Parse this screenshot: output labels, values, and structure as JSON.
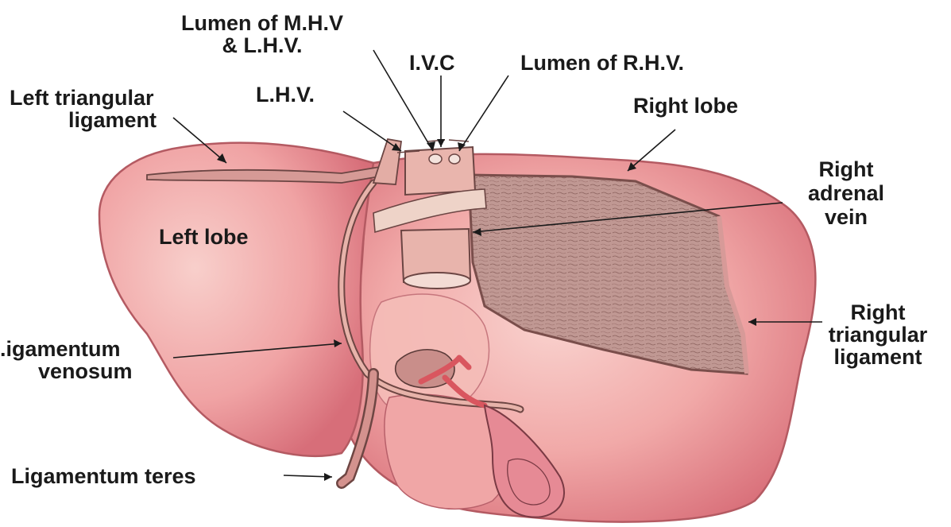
{
  "colors": {
    "liver": "#ee9a9c",
    "liver_light": "#f6c6c2",
    "liver_edge": "#c0585e",
    "bare_area": "#b98a84",
    "vessel": "#e9b4a8",
    "vessel_dark": "#a86e6a",
    "outline": "#5a3a38",
    "text": "#1a1a1a"
  },
  "labels": {
    "lumen_mhv_line1": "Lumen of M.H.V",
    "lumen_mhv_line2": "& L.H.V.",
    "ivc": "I.V.C",
    "lumen_rhv": "Lumen of R.H.V.",
    "left_triangular_line1": "Left triangular",
    "left_triangular_line2": "ligament",
    "lhv": "L.H.V.",
    "right_lobe": "Right lobe",
    "right_adrenal_line1": "Right",
    "right_adrenal_line2": "adrenal",
    "right_adrenal_line3": "vein",
    "left_lobe": "Left lobe",
    "lig_venosum_line1": ".igamentum",
    "lig_venosum_line2": "venosum",
    "right_triangular_line1": "Right",
    "right_triangular_line2": "triangular",
    "right_triangular_line3": "ligament",
    "lig_teres": "Ligamentum teres"
  }
}
